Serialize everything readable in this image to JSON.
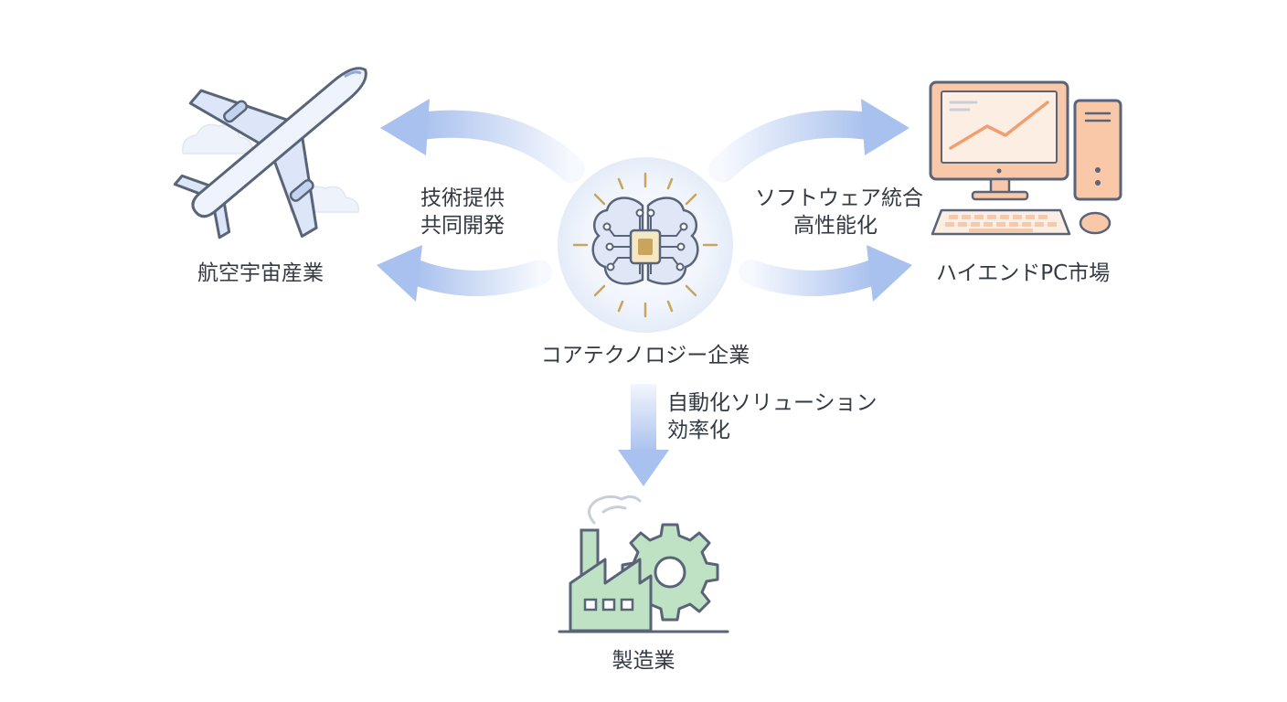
{
  "nodes": {
    "core": {
      "label": "コアテクノロジー企業"
    },
    "aerospace": {
      "label": "航空宇宙産業"
    },
    "pc": {
      "label": "ハイエンドPC市場"
    },
    "manufacturing": {
      "label": "製造業"
    }
  },
  "edges": {
    "aerospace": {
      "line1": "技術提供",
      "line2": "共同開発"
    },
    "pc": {
      "line1": "ソフトウェア統合",
      "line2": "高性能化"
    },
    "manufacturing": {
      "line1": "自動化ソリューション",
      "line2": "効率化"
    }
  },
  "colors": {
    "arrow": "#a9c1ee",
    "plane": "#dce6f8",
    "plane_outline": "#5a6478",
    "pc": "#f8c8a8",
    "factory": "#bfe1c4",
    "brain_gold": "#c9a45c",
    "text": "#333a44"
  }
}
